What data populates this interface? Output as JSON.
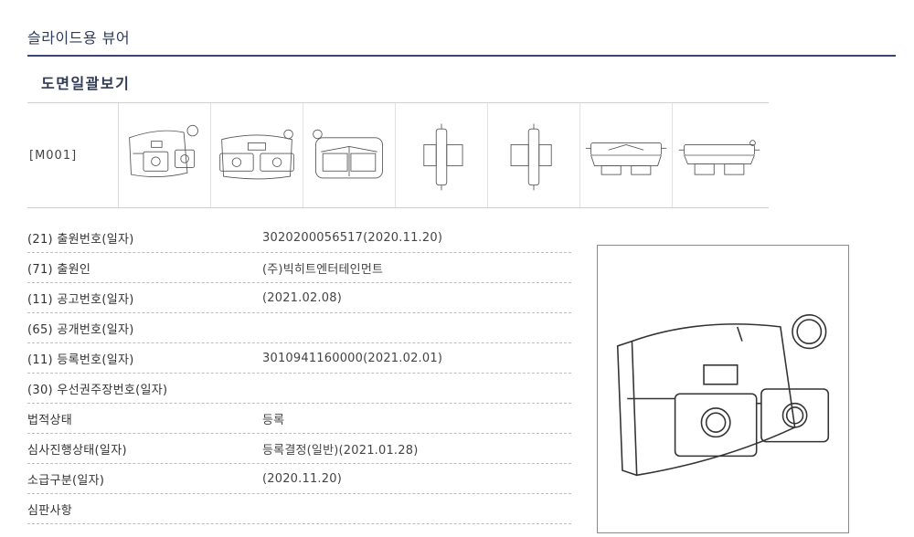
{
  "page": {
    "title": "슬라이드용 뷰어"
  },
  "section": {
    "title": "도면일괄보기"
  },
  "drawings": {
    "code": "[M001]",
    "thumbnails": [
      {
        "view": "perspective-front-right"
      },
      {
        "view": "front"
      },
      {
        "view": "top-rear"
      },
      {
        "view": "side-left"
      },
      {
        "view": "side-right"
      },
      {
        "view": "top"
      },
      {
        "view": "bottom"
      }
    ]
  },
  "info": {
    "rows": [
      {
        "label": "(21) 출원번호(일자)",
        "value": "3020200056517(2020.11.20)"
      },
      {
        "label": "(71) 출원인",
        "value": "(주)빅히트엔터테인먼트"
      },
      {
        "label": "(11) 공고번호(일자)",
        "value": "(2021.02.08)"
      },
      {
        "label": "(65) 공개번호(일자)",
        "value": ""
      },
      {
        "label": "(11) 등록번호(일자)",
        "value": "3010941160000(2021.02.01)"
      },
      {
        "label": "(30) 우선권주장번호(일자)",
        "value": ""
      },
      {
        "label": "법적상태",
        "value": "등록"
      },
      {
        "label": "심사진행상태(일자)",
        "value": "등록결정(일반)(2021.01.28)"
      },
      {
        "label": "소급구분(일자)",
        "value": "(2020.11.20)"
      },
      {
        "label": "심판사항",
        "value": ""
      }
    ]
  },
  "preview": {
    "view": "perspective-front-right"
  }
}
